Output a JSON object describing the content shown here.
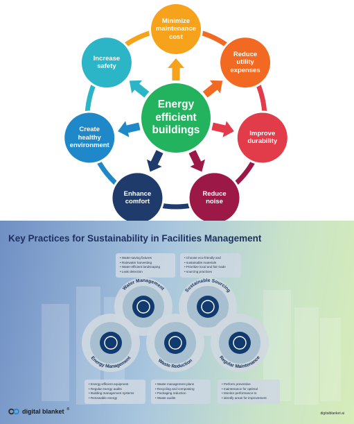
{
  "diagram": {
    "center": {
      "lines": [
        "Energy",
        "efficient",
        "buildings"
      ],
      "color": "#23b35f"
    },
    "nodes": [
      {
        "id": "minimize-maintenance-cost",
        "lines": [
          "Minimize",
          "maintenance",
          "cost"
        ],
        "color": "#f7a21b"
      },
      {
        "id": "reduce-utility-expenses",
        "lines": [
          "Reduce",
          "utility",
          "expenses"
        ],
        "color": "#f26a22"
      },
      {
        "id": "improve-durability",
        "lines": [
          "Improve",
          "durability"
        ],
        "color": "#e23c4a"
      },
      {
        "id": "reduce-noise",
        "lines": [
          "Reduce",
          "noise"
        ],
        "color": "#9c1847"
      },
      {
        "id": "enhance-comfort",
        "lines": [
          "Enhance",
          "comfort"
        ],
        "color": "#1f3b6b"
      },
      {
        "id": "create-healthy-environment",
        "lines": [
          "Create",
          "healthy",
          "environment"
        ],
        "color": "#1e88c9"
      },
      {
        "id": "increase-safety",
        "lines": [
          "Increase",
          "safety"
        ],
        "color": "#2bb5c7"
      }
    ]
  },
  "infographic": {
    "title": "Key Practices for Sustainability in Facilities Management",
    "arc_labels": {
      "water": "Water Management",
      "sourcing": "Sustainable Sourcing",
      "energy": "Energy Management",
      "waste": "Waste Reduction",
      "maintenance": "Regular Maintenance"
    },
    "boxes": {
      "water": [
        "Water-saving fixtures",
        "Rainwater harvesting",
        "Water-efficient landscaping",
        "Leak detection"
      ],
      "sourcing": [
        "Choose eco-friendly and",
        "sustainable materials",
        "Prioritize local and fair trade",
        "sourcing practices"
      ],
      "energy": [
        "Energy-efficient equipment",
        "Regular energy audits",
        "Building management systems",
        "Renewable energy"
      ],
      "waste": [
        "Waste management plans",
        "Recycling and composting",
        "Packaging reduction",
        "Waste audits"
      ],
      "maintenance": [
        "Perform preventive",
        "maintenance for optimal",
        "Monitor performance to",
        "identify areas for improvement"
      ]
    },
    "brand": "digital blanket",
    "brand_mark": "®",
    "site": "digitalblanket.ai"
  }
}
